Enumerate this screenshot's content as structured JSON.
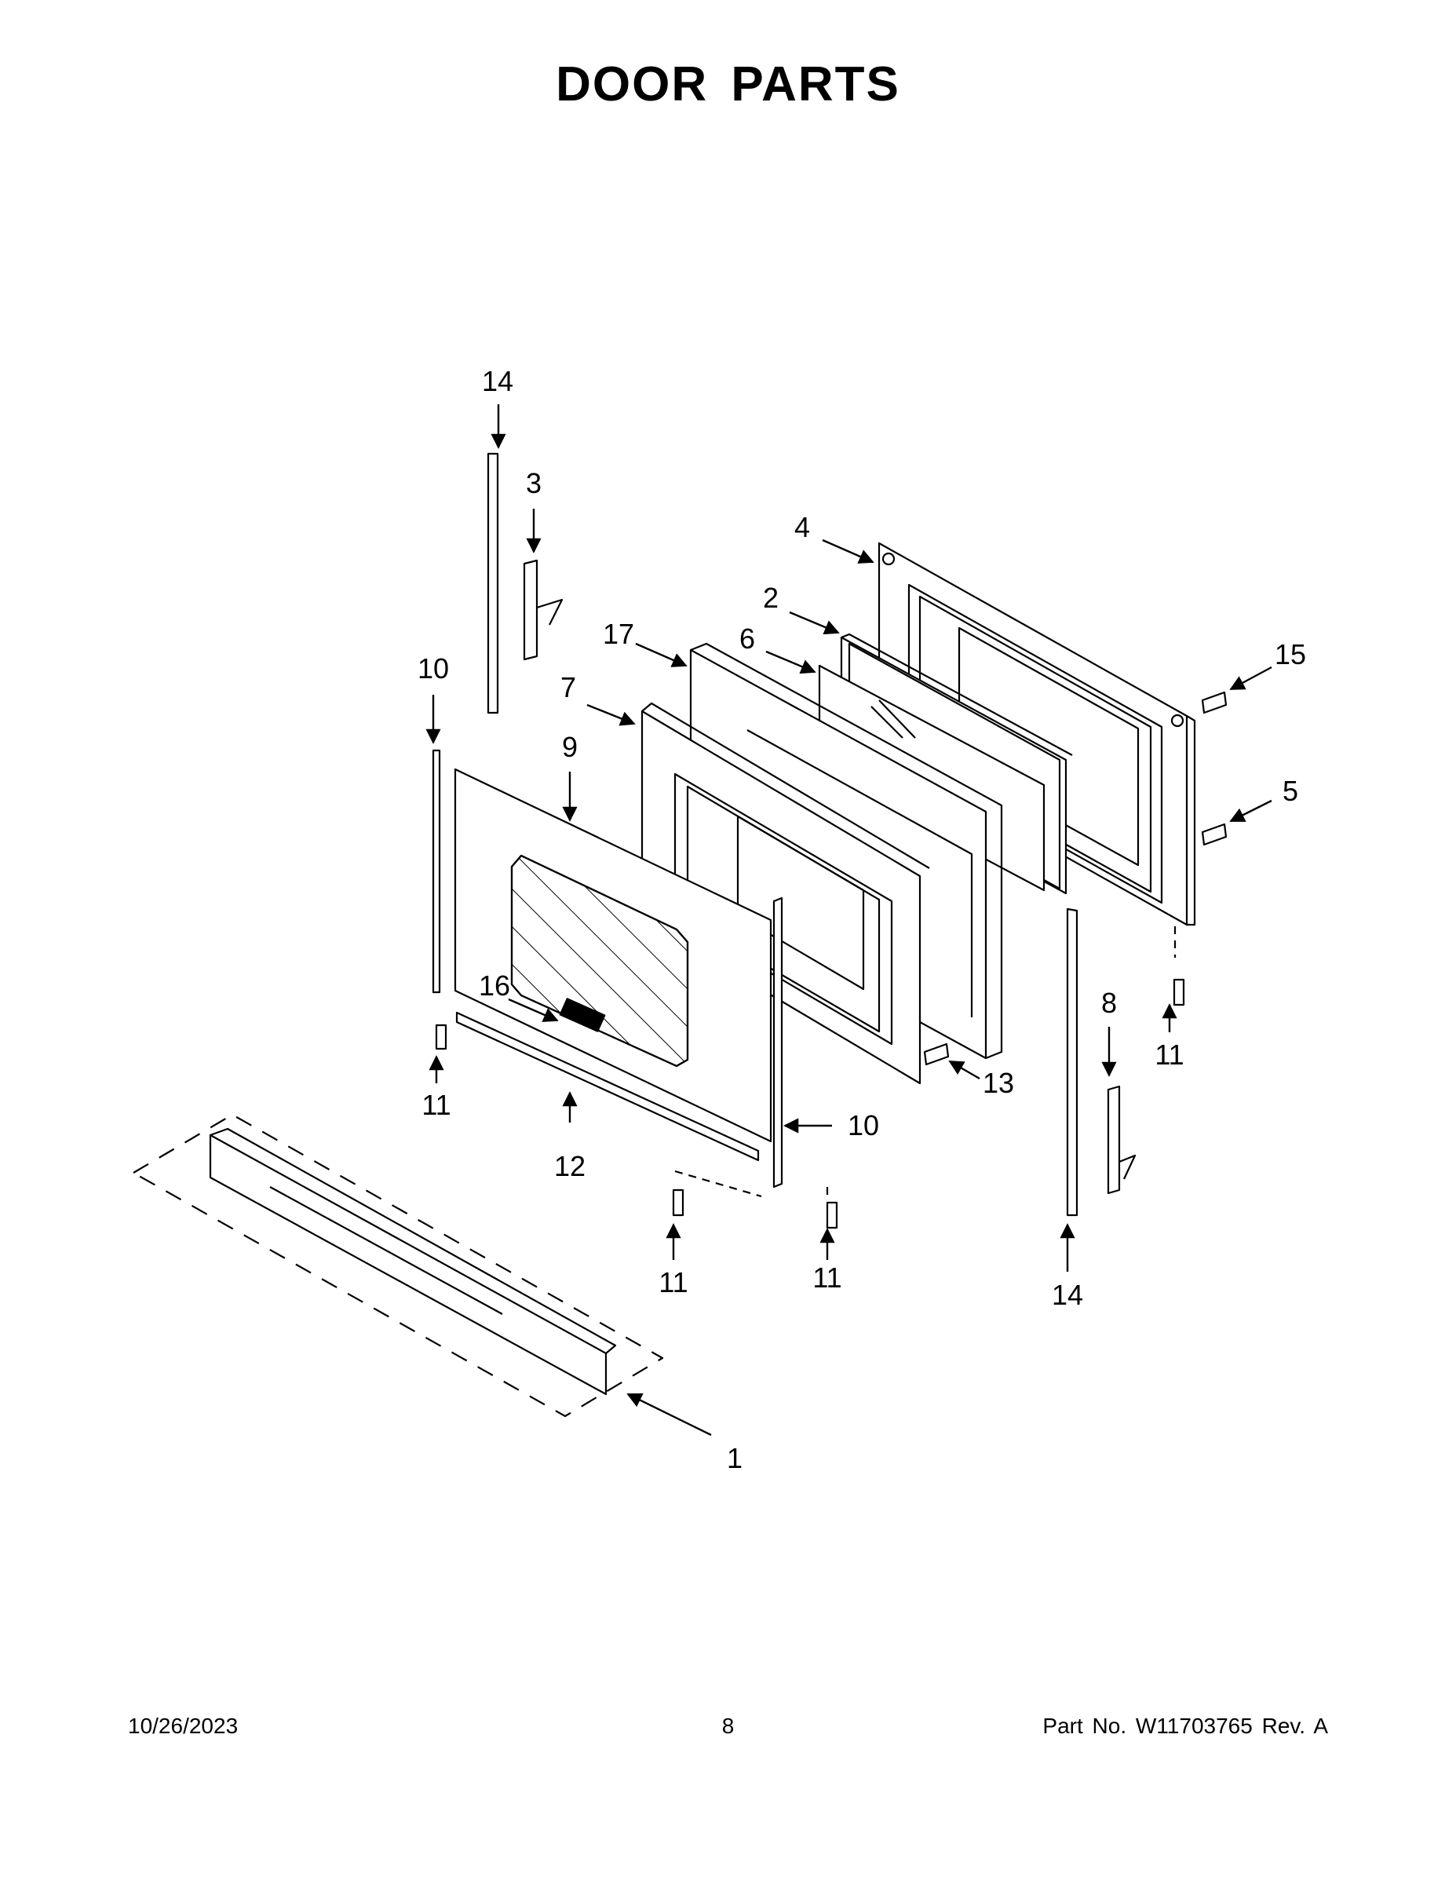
{
  "title": "DOOR PARTS",
  "callouts": [
    {
      "id": "c14a",
      "text": "14"
    },
    {
      "id": "c3",
      "text": "3"
    },
    {
      "id": "c4",
      "text": "4"
    },
    {
      "id": "c2",
      "text": "2"
    },
    {
      "id": "c17",
      "text": "17"
    },
    {
      "id": "c6",
      "text": "6"
    },
    {
      "id": "c15",
      "text": "15"
    },
    {
      "id": "c10a",
      "text": "10"
    },
    {
      "id": "c7",
      "text": "7"
    },
    {
      "id": "c9",
      "text": "9"
    },
    {
      "id": "c5",
      "text": "5"
    },
    {
      "id": "c16",
      "text": "16"
    },
    {
      "id": "c8",
      "text": "8"
    },
    {
      "id": "c11a",
      "text": "11"
    },
    {
      "id": "c11b",
      "text": "11"
    },
    {
      "id": "c13",
      "text": "13"
    },
    {
      "id": "c12",
      "text": "12"
    },
    {
      "id": "c10b",
      "text": "10"
    },
    {
      "id": "c11c",
      "text": "11"
    },
    {
      "id": "c11d",
      "text": "11"
    },
    {
      "id": "c14b",
      "text": "14"
    },
    {
      "id": "c1",
      "text": "1"
    }
  ],
  "footer": {
    "date": "10/26/2023",
    "page": "8",
    "part_number": "Part No.  W11703765  Rev.  A"
  }
}
